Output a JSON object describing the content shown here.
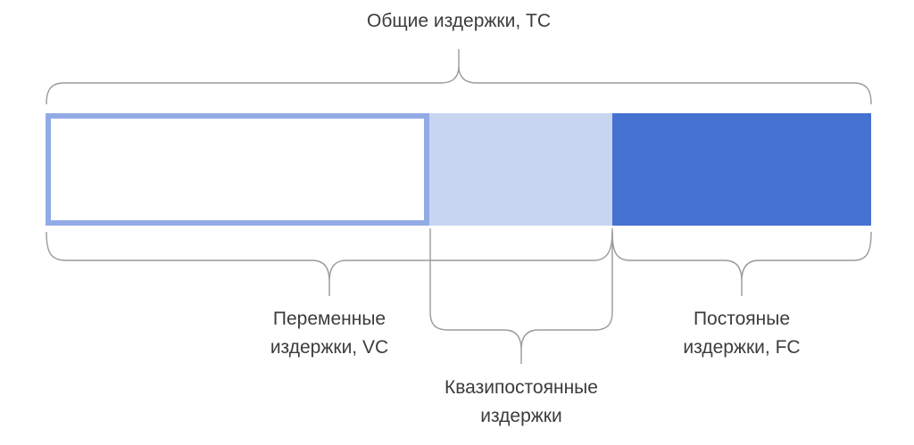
{
  "diagram": {
    "total": {
      "label": "Общие издержки, TC"
    },
    "variable": {
      "label_line1": "Переменные",
      "label_line2": "издержки, VC",
      "fill_color": "#ffffff",
      "border_color": "#92abe6"
    },
    "quasi_fixed": {
      "label_line1": "Квазипостоянные",
      "label_line2": "издержки",
      "fill_color": "#c7d5f0"
    },
    "fixed": {
      "label_line1": "Постояные",
      "label_line2": "издержки, FC",
      "fill_color": "#4571d0"
    },
    "brace_color": "#9a9a9a",
    "text_color": "#3c3c3c"
  }
}
